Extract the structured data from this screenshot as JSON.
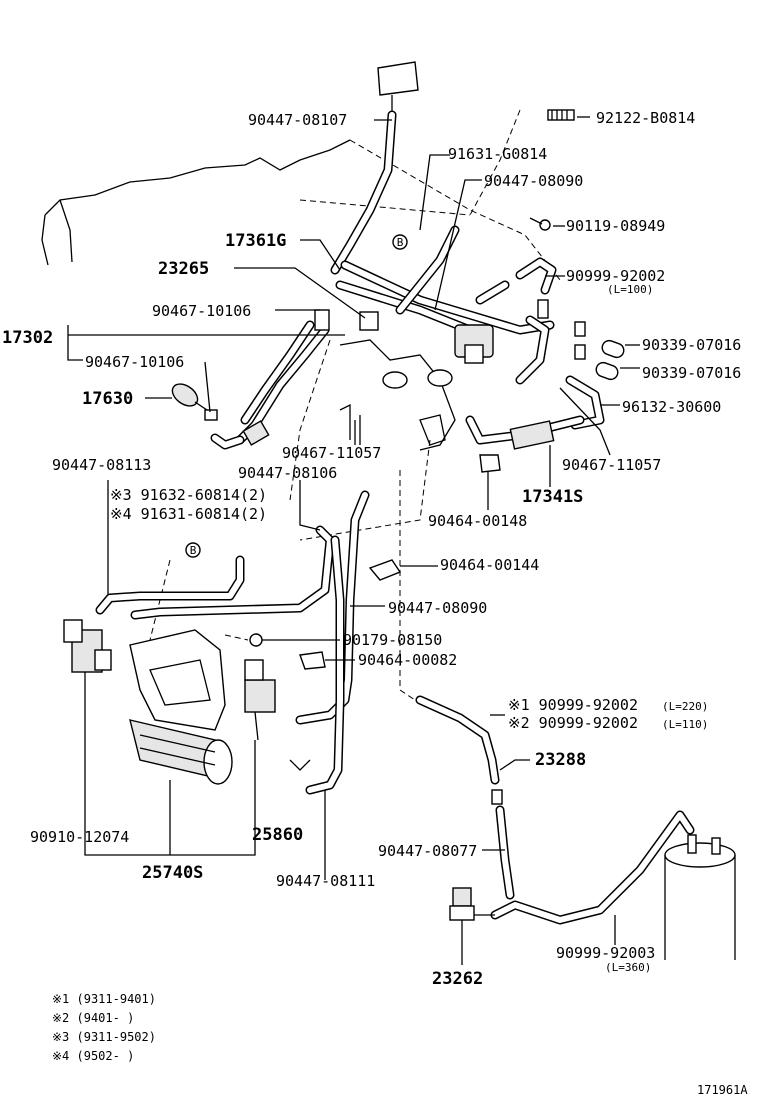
{
  "diagram": {
    "labels": {
      "p90447_08107": "90447-08107",
      "p92122_B0814": "92122-B0814",
      "p91631_G0814": "91631-G0814",
      "p90447_08090_top": "90447-08090",
      "p90119_08949": "90119-08949",
      "p17361G": "17361G",
      "p23265": "23265",
      "p90999_92002_top": "90999-92002",
      "l100": "(L=100)",
      "p90467_10106_a": "90467-10106",
      "p17302": "17302",
      "p90467_10106_b": "90467-10106",
      "p90339_07016_a": "90339-07016",
      "p90339_07016_b": "90339-07016",
      "p17630": "17630",
      "p96132_30600": "96132-30600",
      "p90467_11057_a": "90467-11057",
      "p90467_11057_b": "90467-11057",
      "p90447_08113": "90447-08113",
      "p90447_08106": "90447-08106",
      "p17341S": "17341S",
      "m3_91632": "※3 91632-60814(2)",
      "m4_91631": "※4 91631-60814(2)",
      "p90464_00148": "90464-00148",
      "p90464_00144": "90464-00144",
      "p90447_08090_mid": "90447-08090",
      "p90179_08150": "90179-08150",
      "p90464_00082": "90464-00082",
      "m1_90999": "※1 90999-92002",
      "l220": "(L=220)",
      "m2_90999": "※2 90999-92002",
      "l110": "(L=110)",
      "p23288": "23288",
      "p90910_12074": "90910-12074",
      "p25860": "25860",
      "p90447_08077": "90447-08077",
      "p25740S": "25740S",
      "p90447_08111": "90447-08111",
      "p90999_92003": "90999-92003",
      "l360": "(L=360)",
      "p23262": "23262",
      "circle_B": "B"
    },
    "notes": [
      "※1 (9311-9401)",
      "※2 (9401-      )",
      "※3 (9311-9502)",
      "※4 (9502-      )"
    ],
    "figure_id": "171961A"
  }
}
